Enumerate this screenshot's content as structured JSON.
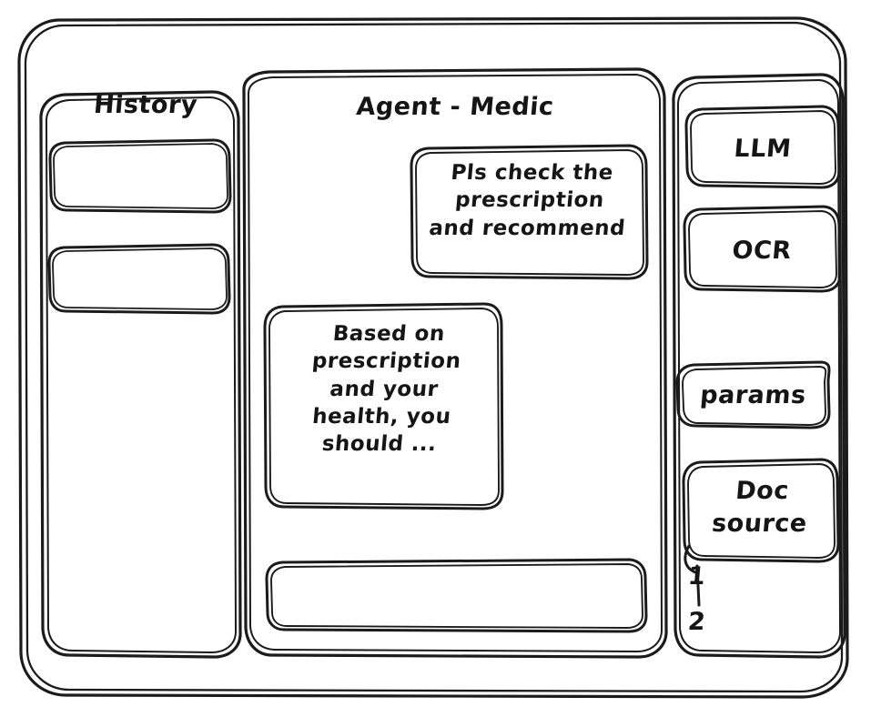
{
  "window": {
    "style": "hand-drawn-wireframe",
    "ink_color": "#1b1b1b",
    "background_color": "#ffffff"
  },
  "history_panel": {
    "title": "History",
    "items": [
      {
        "label": "",
        "name": "history-item-1"
      },
      {
        "label": "",
        "name": "history-item-2"
      }
    ]
  },
  "chat_panel": {
    "title": "Agent - Medic",
    "messages": [
      {
        "role": "user",
        "text": "Pls check the\nprescription\nand recommend",
        "align": "right"
      },
      {
        "role": "agent",
        "text": "Based on\nprescription\nand your\nhealth, you\nshould ...",
        "align": "left"
      }
    ],
    "composer": {
      "value": "",
      "placeholder": ""
    }
  },
  "tools_panel": {
    "buttons": [
      {
        "label": "LLM",
        "name": "llm-button"
      },
      {
        "label": "OCR",
        "name": "ocr-button"
      }
    ],
    "params_button": {
      "label": "params"
    },
    "doc_source": {
      "label": "Doc\nsource",
      "sources": [
        {
          "label": "1"
        },
        {
          "label": "2"
        }
      ]
    }
  }
}
